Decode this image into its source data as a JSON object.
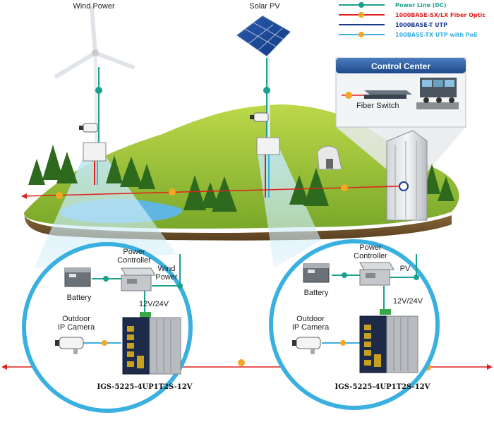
{
  "labels": {
    "wind_power_top": "Wind Power",
    "solar_pv_top": "Solar PV",
    "control_center": "Control Center",
    "fiber_switch": "Fiber Switch",
    "left_power_controller_1": "Power",
    "left_power_controller_2": "Controller",
    "left_wind_1": "Wind",
    "left_wind_2": "Power",
    "left_battery": "Battery",
    "left_voltage": "12V/24V",
    "left_camera_1": "Outdoor",
    "left_camera_2": "IP Camera",
    "left_model": "IGS-5225-4UP1T2S-12V",
    "right_power_controller_1": "Power",
    "right_power_controller_2": "Controller",
    "right_pv": "PV",
    "right_battery": "Battery",
    "right_voltage": "12V/24V",
    "right_camera_1": "Outdoor",
    "right_camera_2": "IP Camera",
    "right_model": "IGS-5225-4UP1T2S-12V"
  },
  "legend": [
    {
      "label": "Power Line (DC)",
      "color": "#1aa08c"
    },
    {
      "label": "1000BASE-SX/LX Fiber Optic",
      "color": "#e0201e"
    },
    {
      "label": "1000BASE-T UTP",
      "color": "#1b3a8c"
    },
    {
      "label": "100BASE-TX UTP with PoE",
      "color": "#3ab0e0"
    }
  ],
  "colors": {
    "power_dc": "#1aa08c",
    "fiber": "#e0201e",
    "utp": "#1b3a8c",
    "poe": "#3ab0e0",
    "circle_border": "#3ab0e0",
    "island_grass": "#9cc43a",
    "control_header": "#2c5a9c"
  }
}
